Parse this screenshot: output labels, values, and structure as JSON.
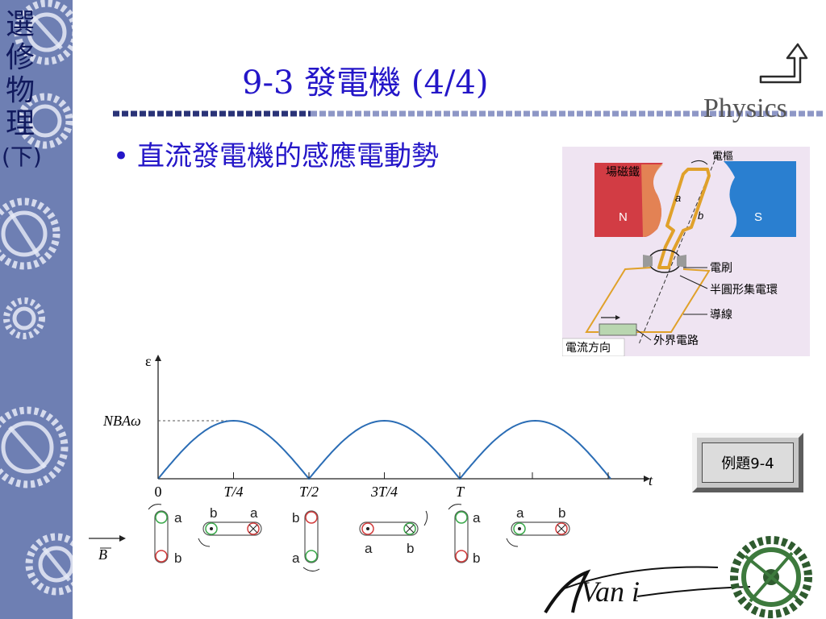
{
  "sidebar": {
    "title_chars": [
      "選",
      "修",
      "物",
      "理",
      "(下)"
    ]
  },
  "slide": {
    "title": "9-3  發電機  (4/4)",
    "bullet_marker": "•",
    "bullet": "直流發電機的感應電動勢",
    "brand": "Physics",
    "example_button": "例題9-4",
    "signature": "Van i"
  },
  "figure": {
    "labels": {
      "magnet": "場磁鐵",
      "armature": "電樞",
      "north": "N",
      "south": "S",
      "a": "a",
      "b": "b",
      "brush": "電刷",
      "commutator": "半圓形集電環",
      "wire": "導線",
      "external": "外界電路",
      "current_dir": "電流方向"
    }
  },
  "chart_data": {
    "type": "line",
    "ylabel": "ε",
    "xlabel": "t",
    "x_ticks": [
      "0",
      "T/4",
      "T/2",
      "3T/4",
      "T"
    ],
    "y_ticks": [
      "NBAω"
    ],
    "series": [
      {
        "x_over_T": [
          0,
          0.125,
          0.25,
          0.375,
          0.5,
          0.625,
          0.75,
          0.875,
          1.0,
          1.125,
          1.25,
          1.375,
          1.5
        ],
        "values_over_NBAw": [
          0,
          0.707,
          1,
          0.707,
          0,
          0.707,
          1,
          0.707,
          0,
          0.707,
          1,
          0.707,
          0
        ]
      }
    ],
    "field_label": "B",
    "coil_labels": [
      "a",
      "b",
      "b",
      "a",
      "b",
      "a",
      "a",
      "b",
      "a",
      "b"
    ]
  },
  "colors": {
    "title": "#2416c8",
    "sidebar": "#6e7fb3",
    "curve": "#2b6db5",
    "green_coil": "#3aa84a",
    "red_coil": "#d23a3a",
    "magnet_north": "#d23c44",
    "magnet_south": "#2a7fd0",
    "figure_bg": "#efe4f2"
  }
}
